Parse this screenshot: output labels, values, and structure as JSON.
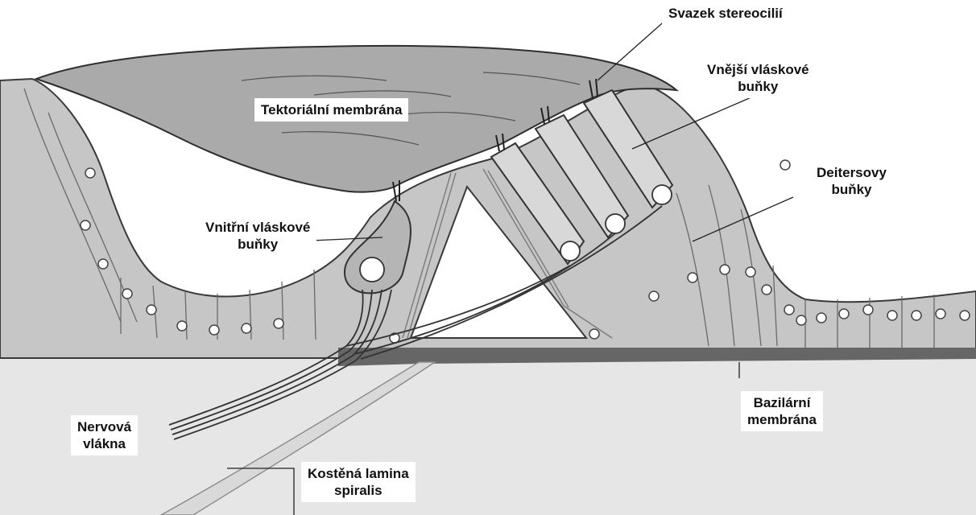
{
  "labels": {
    "svazek": "Svazek stereocilií",
    "vnejsi_1": "Vnější vláskové",
    "vnejsi_2": "buňky",
    "tektorialni": "Tektoriální membrána",
    "deiters_1": "Deitersovy",
    "deiters_2": "buňky",
    "vnitrni_1": "Vnitřní vláskové",
    "vnitrni_2": "buňky",
    "bazilarni_1": "Bazilární",
    "bazilarni_2": "membrána",
    "nervova_1": "Nervová",
    "nervova_2": "vlákna",
    "kostena_1": "Kostěná lamina",
    "kostena_2": "spiralis"
  },
  "colors": {
    "background": "#ffffff",
    "tissue": "#c6c6c6",
    "tissue_dark": "#a8a8a8",
    "outline": "#3a3a3a",
    "basilar_band": "#666666"
  }
}
